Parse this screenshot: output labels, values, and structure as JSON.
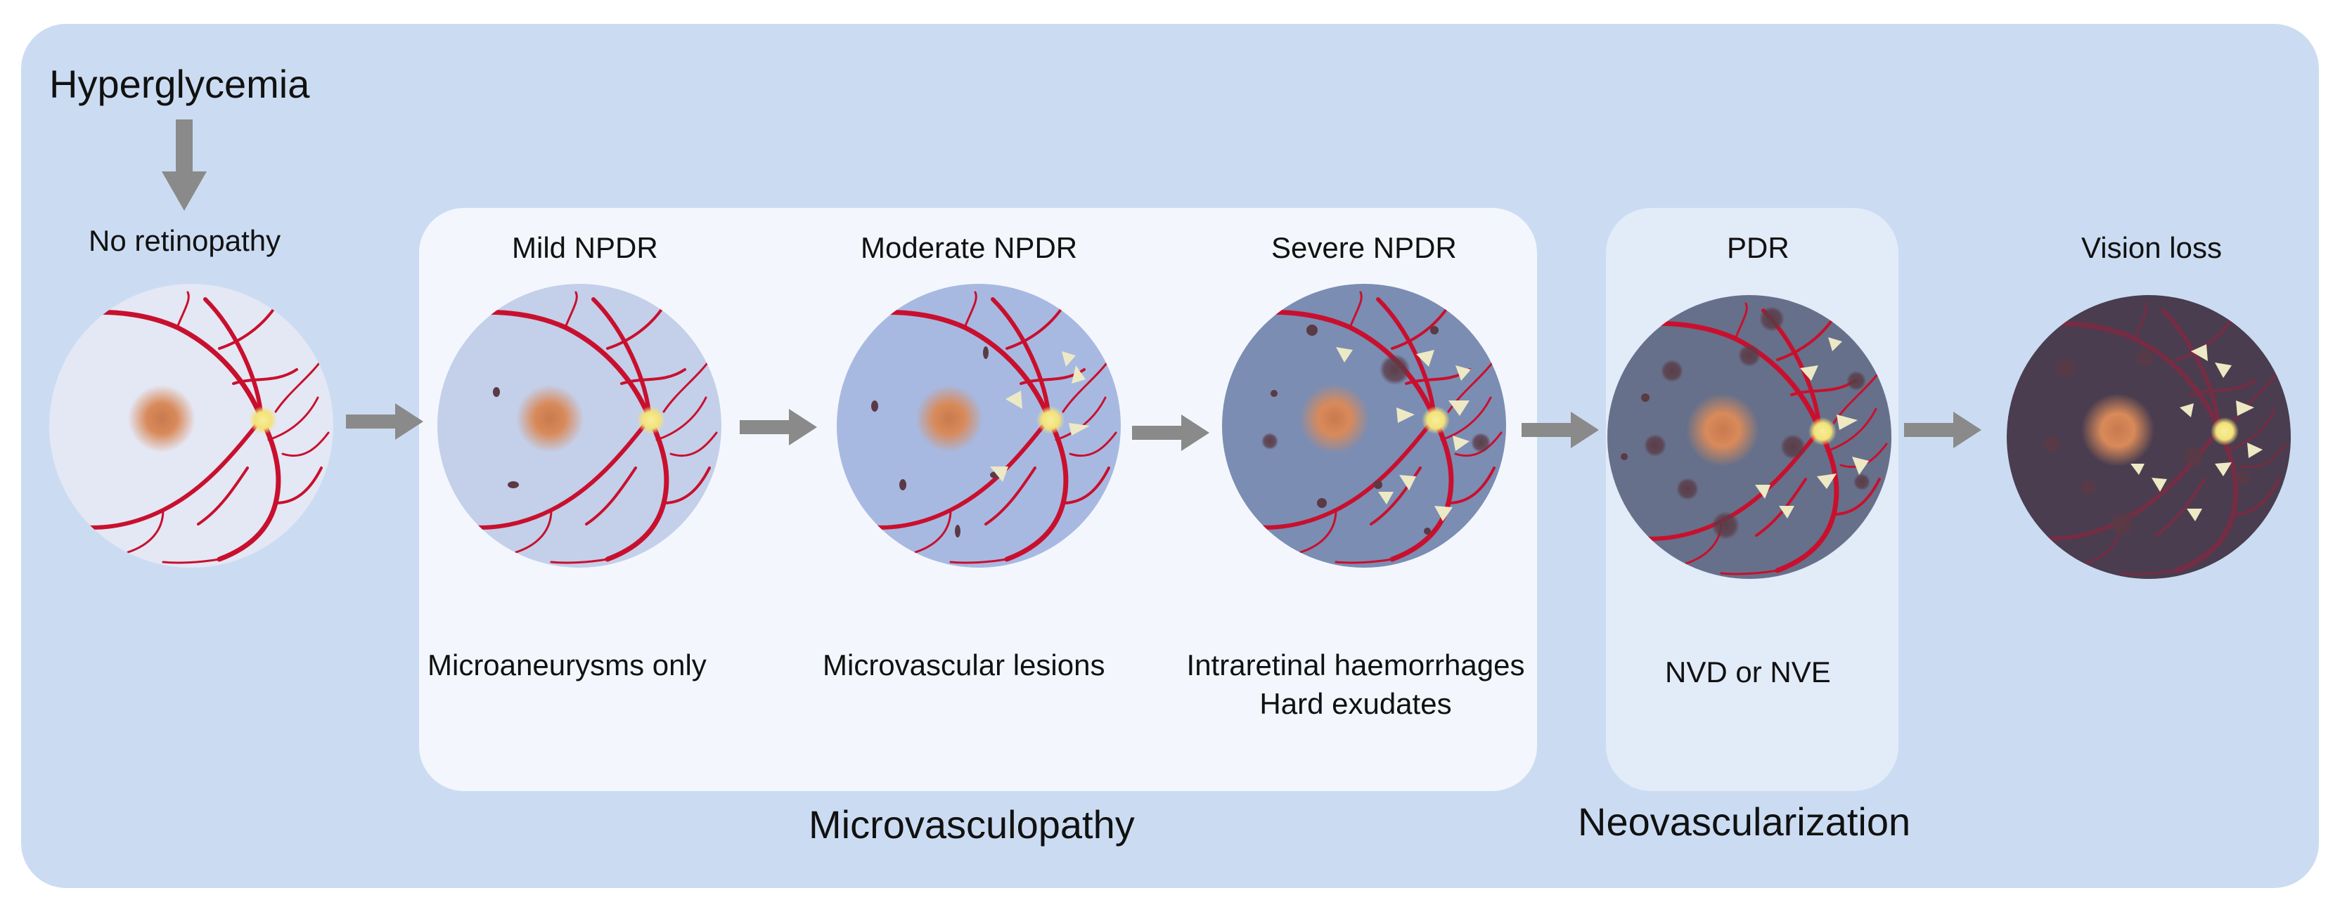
{
  "title": "Hyperglycemia",
  "stages": [
    {
      "name": "No retinopathy",
      "description": ""
    },
    {
      "name": "Mild NPDR",
      "description": "Microaneurysms only"
    },
    {
      "name": "Moderate NPDR",
      "description": "Microvascular lesions"
    },
    {
      "name": "Severe NPDR",
      "description": "Intraretinal haemorrhages",
      "description2": "Hard exudates"
    },
    {
      "name": "PDR",
      "description": "NVD or NVE"
    },
    {
      "name": "Vision loss",
      "description": ""
    }
  ],
  "groups": {
    "microvasculopathy": "Microvasculopathy",
    "neovascularization": "Neovascularization"
  },
  "colors": {
    "outer_panel": "#cbdcf2",
    "inner_panel": "#f3f7fd",
    "pdr_panel": "#e2ebf8",
    "arrow": "#8a8a8a",
    "vessel": "#c8102e",
    "macula": "#d98a5a",
    "optic_disc": "#f3e27a",
    "exudate": "#ede9c4",
    "hemorrhage": "#5a3a45"
  },
  "fundus_backgrounds": [
    "#e4e7f4",
    "#c4cfe9",
    "#a8b9e1",
    "#7b8db3",
    "#66708a",
    "#4a3d4f"
  ],
  "icons": [
    "down-arrow-icon",
    "right-arrow-icon",
    "retina-fundus-icon"
  ]
}
